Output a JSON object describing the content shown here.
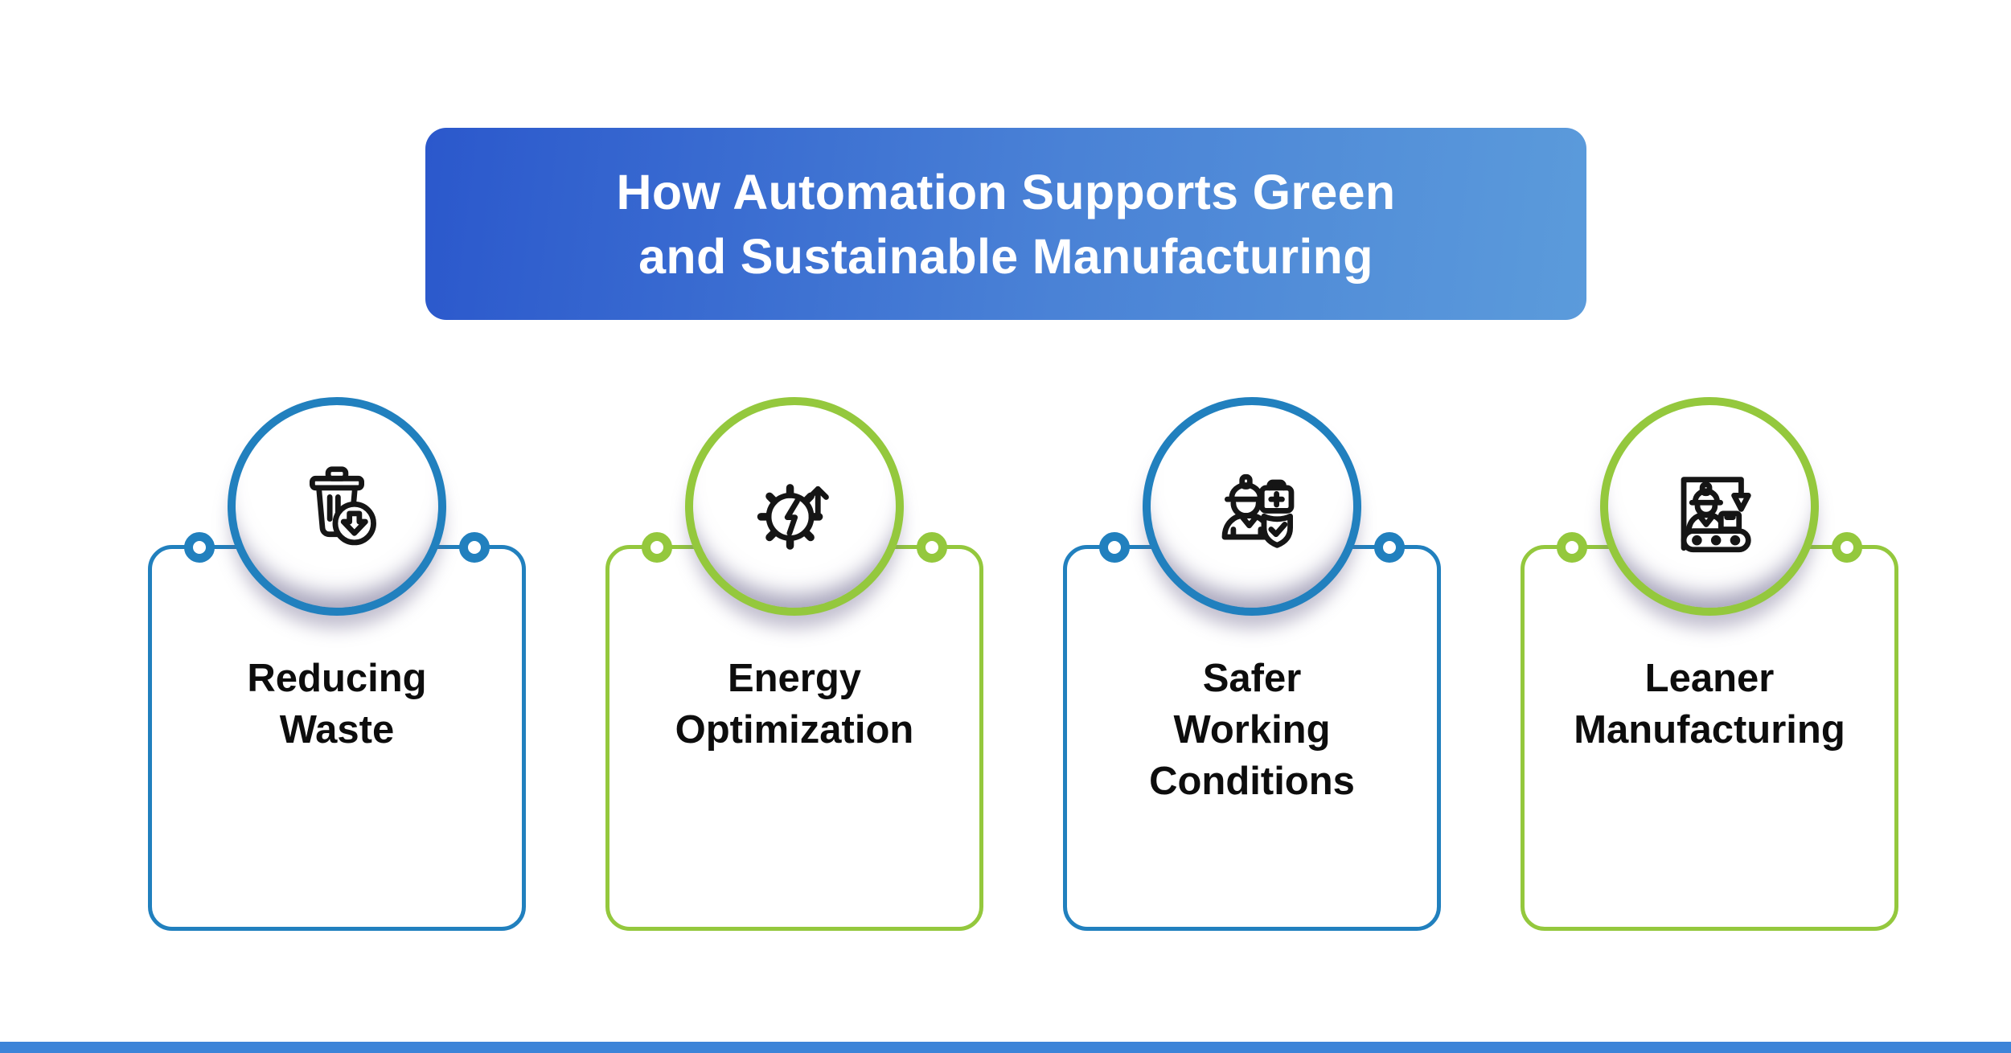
{
  "title": {
    "line1": "How Automation Supports Green",
    "line2": "and Sustainable Manufacturing"
  },
  "cards": [
    {
      "icon": "waste-reduction-icon",
      "accent": "#2180be",
      "lines": [
        "Reducing",
        "Waste"
      ]
    },
    {
      "icon": "energy-optimization-icon",
      "accent": "#94c83d",
      "lines": [
        "Energy",
        "Optimization"
      ]
    },
    {
      "icon": "safer-working-icon",
      "accent": "#2180be",
      "lines": [
        "Safer",
        "Working",
        "Conditions"
      ]
    },
    {
      "icon": "lean-manufacturing-icon",
      "accent": "#94c83d",
      "lines": [
        "Leaner",
        "Manufacturing"
      ]
    }
  ],
  "colors": {
    "banner_gradient_start": "#2b58cc",
    "banner_gradient_end": "#5b9bdb",
    "blue_accent": "#2180be",
    "green_accent": "#94c83d",
    "bottom_bar": "#3d84d8",
    "label_text": "#0d0d0d",
    "icon_stroke": "#151515",
    "background": "#ffffff"
  }
}
